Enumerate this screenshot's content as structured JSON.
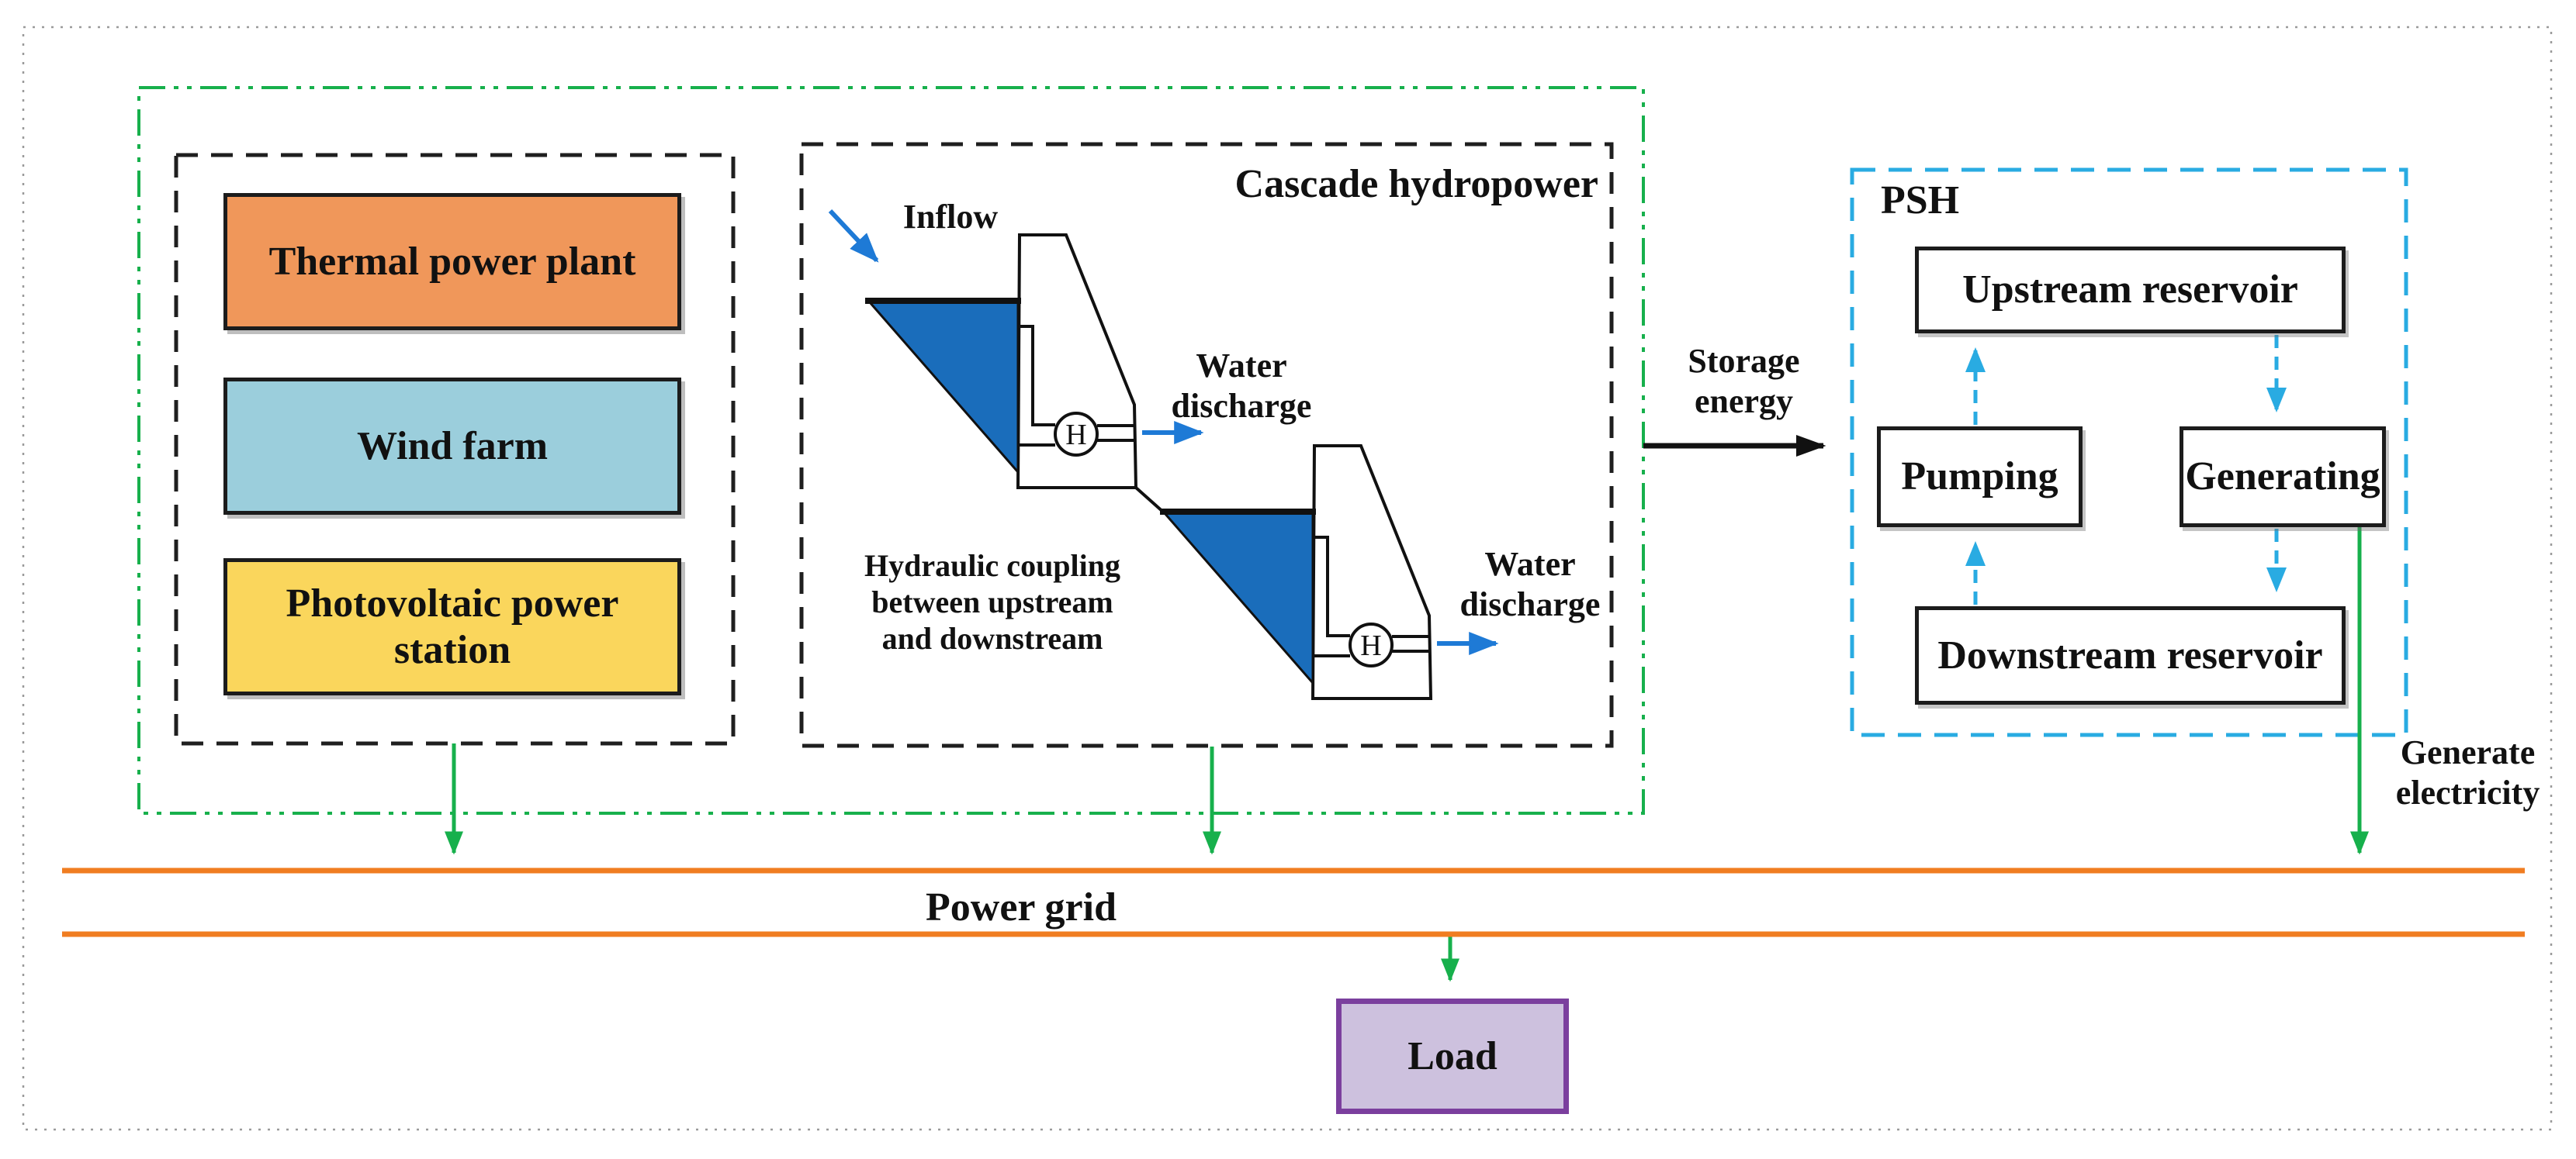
{
  "colors": {
    "green": "#17b04c",
    "cyan": "#29abe2",
    "orange-line": "#f07d21",
    "thermal-fill": "#f0975a",
    "wind-fill": "#9bcedc",
    "pv-fill": "#fad65c",
    "water-blue": "#1a6dbb",
    "arrow-blue": "#1e7ad6",
    "load-fill": "#cdc1de",
    "load-border": "#7b3f9e",
    "box-border": "#1f1f1f",
    "outer-border": "#9a9a9a"
  },
  "sources": {
    "thermal_label": "Thermal power plant",
    "wind_label": "Wind farm",
    "pv_label": "Photovoltaic power station"
  },
  "cascade": {
    "title": "Cascade hydropower",
    "inflow_label": "Inflow",
    "water_discharge_upper": "Water discharge",
    "water_discharge_lower": "Water discharge",
    "coupling_note": "Hydraulic coupling between upstream and downstream",
    "turbine_letter_upper": "H",
    "turbine_letter_lower": "H"
  },
  "links": {
    "storage_energy_label": "Storage energy",
    "generate_electricity_label": "Generate electricity"
  },
  "psh": {
    "title": "PSH",
    "upstream_label": "Upstream reservoir",
    "pumping_label": "Pumping",
    "generating_label": "Generating",
    "downstream_label": "Downstream reservoir"
  },
  "grid": {
    "power_grid_label": "Power grid",
    "load_label": "Load"
  }
}
